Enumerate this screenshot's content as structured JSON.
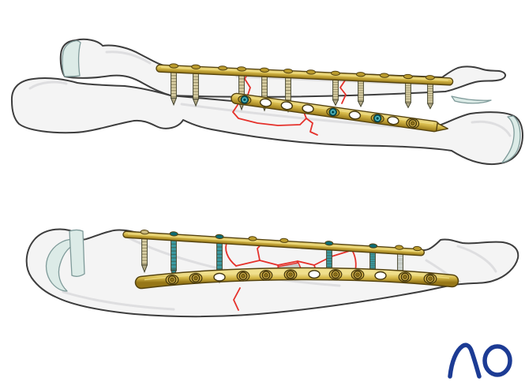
{
  "page": {
    "background": "#ffffff"
  },
  "figure": {
    "type": "medical-illustration",
    "panels": [
      {
        "name": "forearm-both-bones-plated",
        "plate_count": 2,
        "bridge_plate_screws": 9,
        "shaft_plate_holes": 9,
        "shaft_plate_locking_heads": 3,
        "shaft_plate_cortex_heads": 1
      },
      {
        "name": "single-bone-double-plated",
        "plate_count": 2,
        "bridge_plate_screws": 6,
        "shaft_plate_holes": 12,
        "shaft_plate_filled_heads": 9,
        "shaft_plate_empty_holes": 3
      }
    ]
  },
  "logo": {
    "text": "AO"
  },
  "colors": {
    "background": "#ffffff",
    "bone_fill": "#f4f4f4",
    "bone_shade": "#dedee0",
    "bone_outline": "#3d3d3d",
    "cartilage_fill": "#dcebe7",
    "cartilage_outline": "#7e9a99",
    "plate_gold": "#d7ba4a",
    "plate_outline": "#54420e",
    "screw_tan": "#d9cfa4",
    "screw_teal": "#3a9aa3",
    "screw_teal_dark": "#0d6b74",
    "screw_silver": "#dfe7e6",
    "fracture_red": "#e5312b",
    "fragment_gray": "#c9cdcd",
    "logo_blue": "#1c3b94"
  }
}
